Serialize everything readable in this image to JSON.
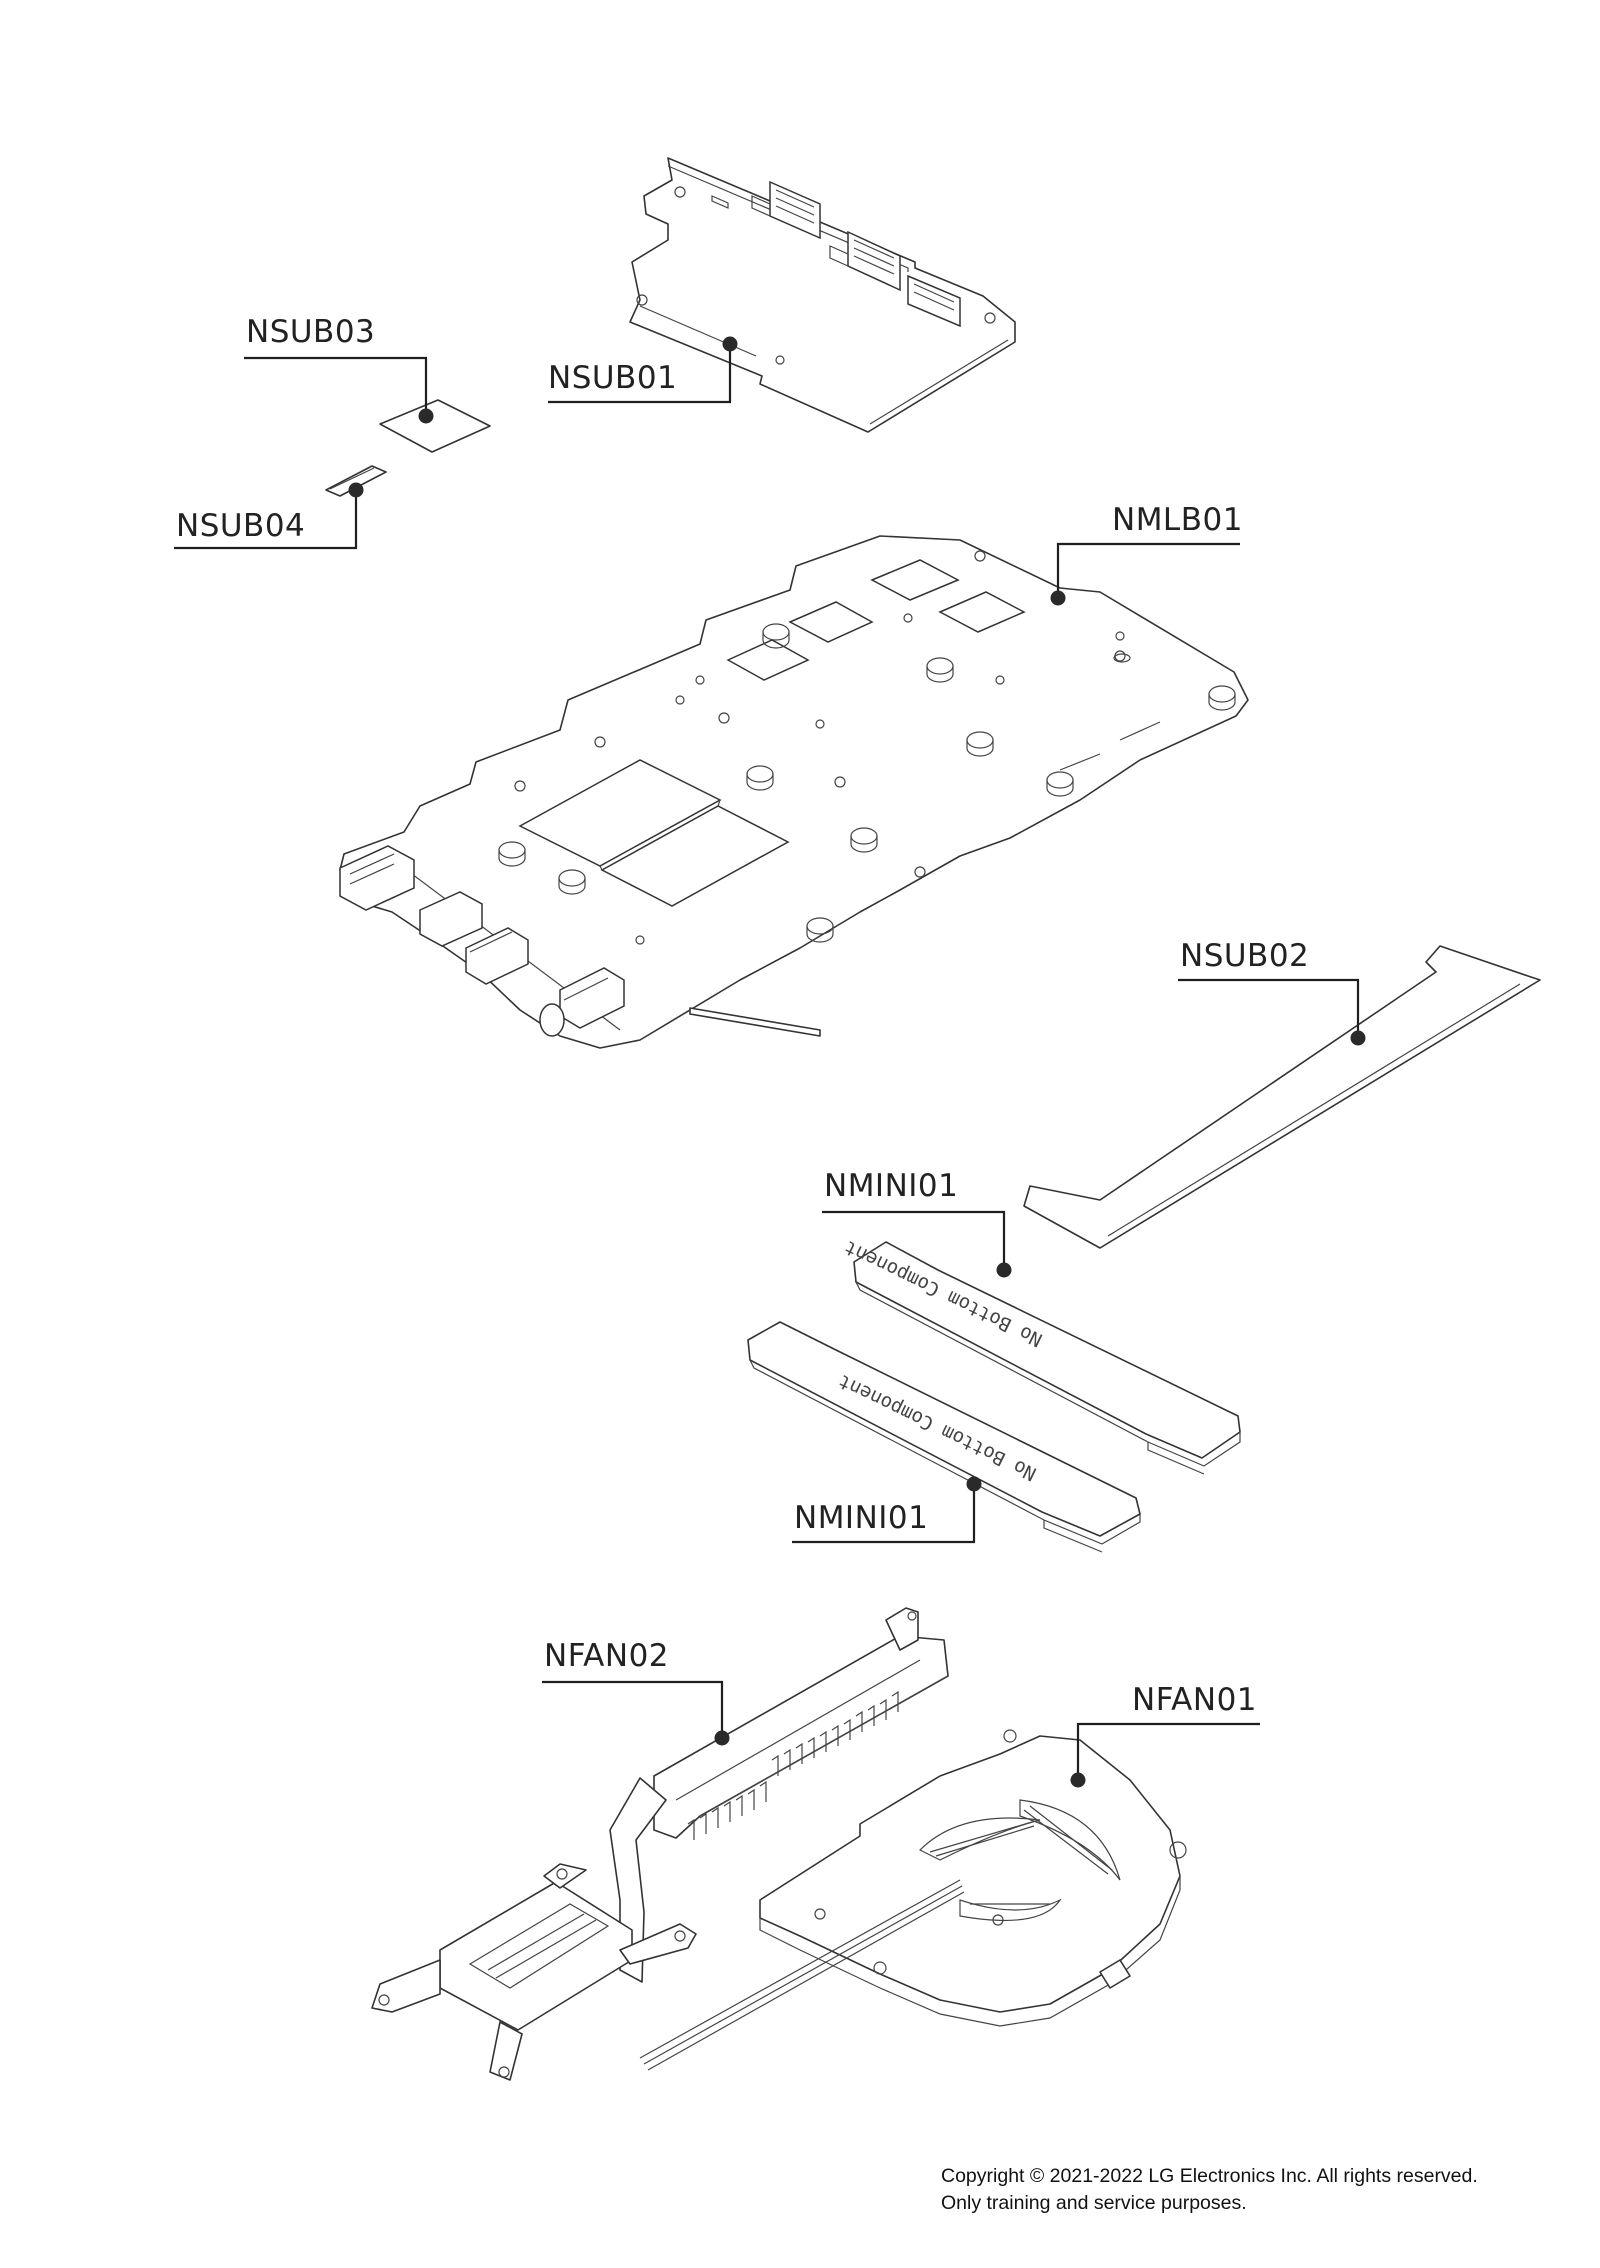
{
  "parts": [
    {
      "id": "nsub01",
      "label": "NSUB01"
    },
    {
      "id": "nsub02",
      "label": "NSUB02"
    },
    {
      "id": "nsub03",
      "label": "NSUB03"
    },
    {
      "id": "nsub04",
      "label": "NSUB04"
    },
    {
      "id": "nmlb01",
      "label": "NMLB01"
    },
    {
      "id": "nmini01_top",
      "label": "NMINI01"
    },
    {
      "id": "nmini01_bottom",
      "label": "NMINI01"
    },
    {
      "id": "nfan01",
      "label": "NFAN01"
    },
    {
      "id": "nfan02",
      "label": "NFAN02"
    }
  ],
  "module_print_text": "No Bottom Component",
  "footer": {
    "copyright_line": "Copyright © 2021-2022 LG Electronics Inc. All rights reserved.",
    "purpose_line": "Only training and service purposes."
  },
  "colors": {
    "line": "#333333",
    "label_text": "#222222",
    "background": "#ffffff"
  }
}
